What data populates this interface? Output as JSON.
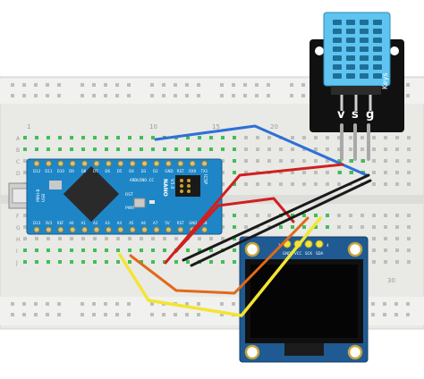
{
  "breadboard": {
    "column_labels": [
      "1",
      "10",
      "15",
      "20",
      "30"
    ],
    "row_labels_top": [
      "A",
      "B",
      "C",
      "D",
      "E"
    ],
    "row_labels_bottom": [
      "F",
      "G",
      "H",
      "I",
      "J"
    ]
  },
  "arduino": {
    "brand": "ARDUINO.CC",
    "model": "NANO",
    "version": "V3.0",
    "icsp": "ICSP",
    "rst": "RST",
    "pwr": "PWR",
    "top_pins": [
      "D12",
      "D11",
      "D10",
      "D9",
      "D8",
      "D7",
      "D6",
      "D5",
      "D4",
      "D3",
      "D2",
      "GND",
      "RST",
      "RX0",
      "TX1"
    ],
    "bottom_pins": [
      "D13",
      "3V3",
      "REF",
      "A0",
      "A1",
      "A2",
      "A3",
      "A4",
      "A5",
      "A6",
      "A7",
      "5V",
      "RST",
      "GND",
      "VIN"
    ],
    "mini_b": "MINI-B",
    "usb": "USB"
  },
  "dht_sensor": {
    "pin_labels": [
      "v",
      "s",
      "g"
    ],
    "brand": "Keys"
  },
  "oled": {
    "pin_labels": [
      "GND",
      "VCC",
      "SCK",
      "SDA"
    ],
    "pin_number_left": "1",
    "pin_number_right": "4"
  },
  "colors": {
    "wire_blue": "#2f6fd6",
    "wire_red": "#d11f1f",
    "wire_black": "#1a1a1a",
    "wire_orange": "#e06a1b",
    "wire_yellow": "#f3e533",
    "breadboard_bg": "#e9e9e6",
    "hole_green": "#3fbf55",
    "arduino_pcb": "#1e86c6",
    "oled_pcb": "#1f5a92",
    "dht_housing": "#5fc4f0"
  }
}
